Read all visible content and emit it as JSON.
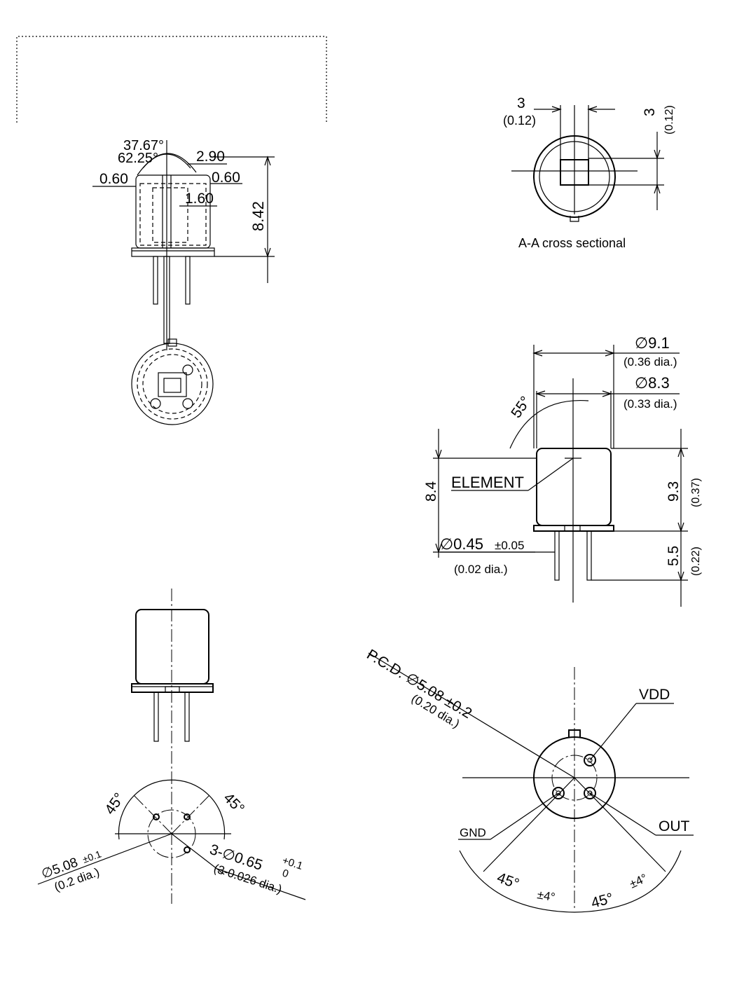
{
  "drawing": {
    "top_left": {
      "angle_a": "37.67°",
      "angle_b": "62.25°",
      "dim_290": "2.90",
      "dim_060_left": "0.60",
      "dim_060_right": "0.60",
      "dim_160": "1.60",
      "height_842": "8.42"
    },
    "top_right": {
      "width_mm": "3",
      "width_in": "(0.12)",
      "height_mm": "3",
      "height_in": "(0.12)",
      "caption": "A-A cross sectional"
    },
    "side_view": {
      "dia_91": "∅9.1",
      "dia_91_in": "(0.36 dia.)",
      "dia_83": "∅8.3",
      "dia_83_in": "(0.33 dia.)",
      "angle_55": "55°",
      "element_label": "ELEMENT",
      "height_84": "8.4",
      "height_93": "9.3",
      "height_93_in": "(0.37)",
      "pin_len": "5.5",
      "pin_len_in": "(0.22)",
      "pin_dia": "∅0.45",
      "pin_tol": "±0.05",
      "pin_dia_in": "(0.02 dia.)"
    },
    "bottom_left": {
      "angle_left": "45°",
      "angle_right": "45°",
      "pcd": "∅5.08",
      "pcd_tol": "±0.1",
      "pcd_in": "(0.2 dia.)",
      "holes": "3-∅0.65",
      "holes_tol_plus": "+0.1",
      "holes_tol_zero": "0",
      "holes_in": "(3-0.026 dia.)"
    },
    "bottom_right": {
      "pcd_label": "P.C.D. ∅5.08 ±0.2",
      "pcd_in": "(0.20 dia.)",
      "vdd": "VDD",
      "gnd": "GND",
      "out": "OUT",
      "angle_left": "45°",
      "tol_left": "±4°",
      "angle_right": "45°",
      "tol_right": "±4°"
    }
  }
}
